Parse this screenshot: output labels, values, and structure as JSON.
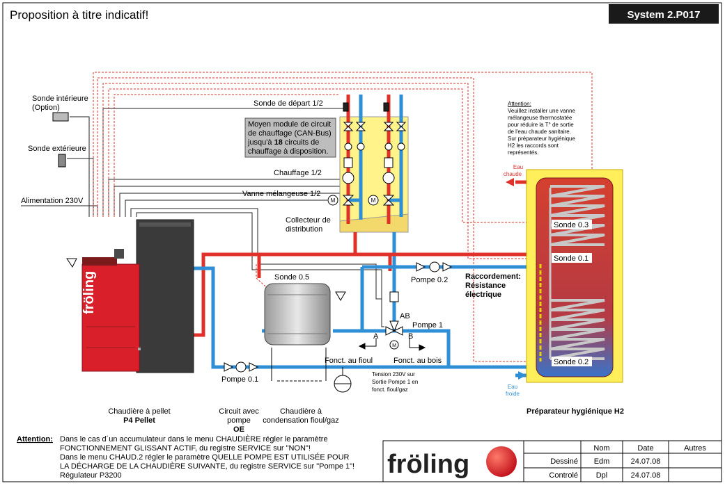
{
  "header": {
    "title": "Proposition à titre indicatif!",
    "system_label": "System  2.P017"
  },
  "labels": {
    "sonde_interieure_1": "Sonde intérieure",
    "sonde_interieure_2": "(Option)",
    "sonde_exterieure": "Sonde extérieure",
    "alimentation": "Alimentation 230V",
    "sonde_depart": "Sonde de départ 1/2",
    "module_1": "Moyen module de circuit",
    "module_2": "de chauffage (CAN-Bus)",
    "module_3a": "jusqu'à ",
    "module_3b": "18",
    "module_3c": " circuits de",
    "module_4": "chauffage à disposition.",
    "chauffage": "Chauffage 1/2",
    "vanne": "Vanne mélangeuse 1/2",
    "collecteur_1": "Collecteur de",
    "collecteur_2": "distribution",
    "sonde_05": "Sonde 0.5",
    "pompe_02": "Pompe 0.2",
    "raccord_1": "Raccordement:",
    "raccord_2": "Résistance",
    "raccord_3": "électrique",
    "ab": "AB",
    "a": "A",
    "b": "B",
    "pompe_1": "Pompe 1",
    "fonct_fioul": "Fonct. au fioul",
    "fonct_bois": "Fonct. au bois",
    "tension_1": "Tension 230V sur",
    "tension_2": "Sortie Pompe 1 en",
    "tension_3": "fonct. fioul/gaz",
    "pompe_01": "Pompe 0.1",
    "sonde_03": "Sonde 0.3",
    "sonde_01": "Sonde 0.1",
    "sonde_02": "Sonde 0.2",
    "eau_chaude_1": "Eau",
    "eau_chaude_2": "chaude",
    "eau_froide_1": "Eau",
    "eau_froide_2": "froide",
    "attention_title": "Attention:",
    "attention_lines": [
      "Veuillez installer une vanne",
      "mélangeuse thermostatée",
      "pour réduire la T° de sortie",
      "de l'eau chaude sanitaire.",
      "Sur préparateur hygiénique",
      "H2 les raccords sont",
      "représentés."
    ],
    "boiler_brand": "fröling",
    "chaud_pellet_1": "Chaudière à pellet",
    "chaud_pellet_2": "P4 Pellet",
    "circuit_1": "Circuit avec",
    "circuit_2": "pompe",
    "circuit_3": "OE",
    "cond_1": "Chaudière à",
    "cond_2": "condensation fioul/gaz",
    "prep": "Préparateur hygiénique H2"
  },
  "note": {
    "label": "Attention:",
    "lines": [
      "Dans le cas d´un accumulateur dans le menu CHAUDIÈRE régler le paramètre",
      "FONCTIONNEMENT GLISSANT ACTIF, du registre SERVICE sur \"NON\"!",
      "Dans le menu CHAUD.2 régler le paramètre QUELLE POMPE EST UTILISÉE POUR",
      "LA DÉCHARGE DE LA CHAUDIÈRE SUIVANTE, du registre SERVICE sur \"Pompe 1\"!",
      "Régulateur P3200"
    ]
  },
  "logo": {
    "text": "fröling"
  },
  "title_block": {
    "headers": [
      "Nom",
      "Date",
      "Autres"
    ],
    "rows": [
      {
        "label": "Dessiné",
        "nom": "Edm",
        "date": "24.07.08",
        "autres": ""
      },
      {
        "label": "Controlé",
        "nom": "Dpl",
        "date": "24.07.08",
        "autres": ""
      }
    ]
  },
  "colors": {
    "hot_pipe": "#e0302a",
    "cold_pipe": "#2e8fd6",
    "module_bg": "#fff389",
    "tank_red": "#d43a2c",
    "boiler_red": "#d81f2a",
    "boiler_grey": "#3a3a3a"
  }
}
